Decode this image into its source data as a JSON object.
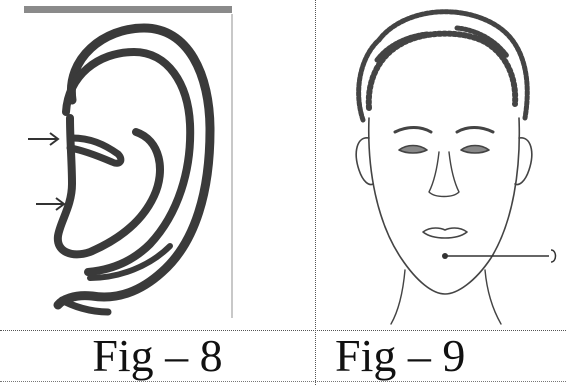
{
  "figures": [
    {
      "caption": "Fig – 8"
    },
    {
      "caption": "Fig – 9"
    }
  ],
  "colors": {
    "ink": "#3a3a3a",
    "grey_bar": "#8a8a8a",
    "arrow": "#333333"
  },
  "icons": [
    "ear-drawing",
    "face-drawing",
    "arrow-right"
  ]
}
